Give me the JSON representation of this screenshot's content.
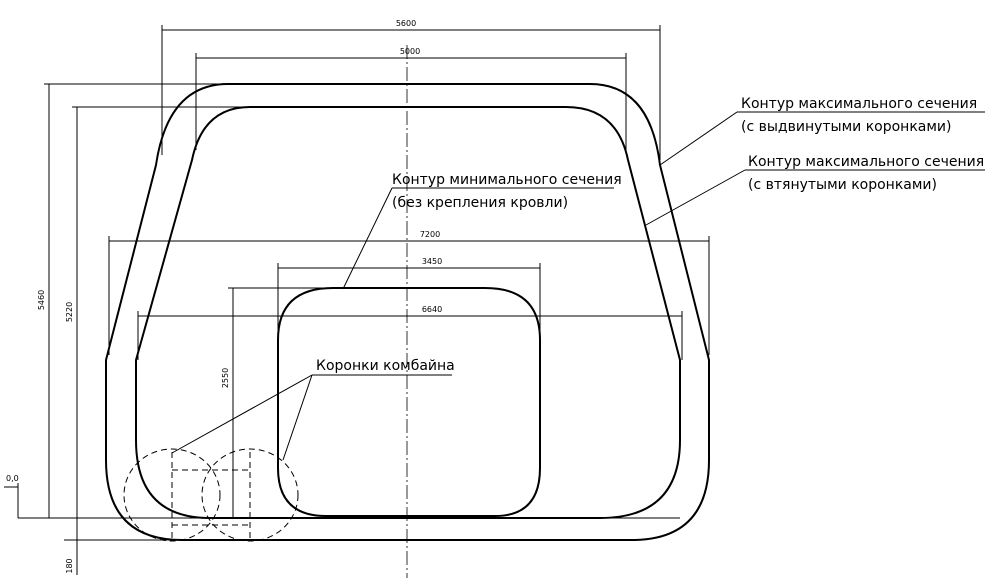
{
  "dimensions": {
    "width_max_top": "5600",
    "width_inner_top": "5000",
    "width_mid": "7200",
    "width_min": "3450",
    "width_lower": "6640",
    "height_outer": "5460",
    "height_inner": "5220",
    "height_min": "2550",
    "level_zero": "0,0",
    "depth_below": "180"
  },
  "labels": {
    "max_extended_line1": "Контур максимального сечения",
    "max_extended_line2": "(с выдвинутыми коронками)",
    "max_retracted_line1": "Контур максимального сечения",
    "max_retracted_line2": "(с втянутыми коронками)",
    "min_line1": "Контур минимального сечения",
    "min_line2": "(без крепления кровли)",
    "crowns": "Коронки комбайна"
  }
}
